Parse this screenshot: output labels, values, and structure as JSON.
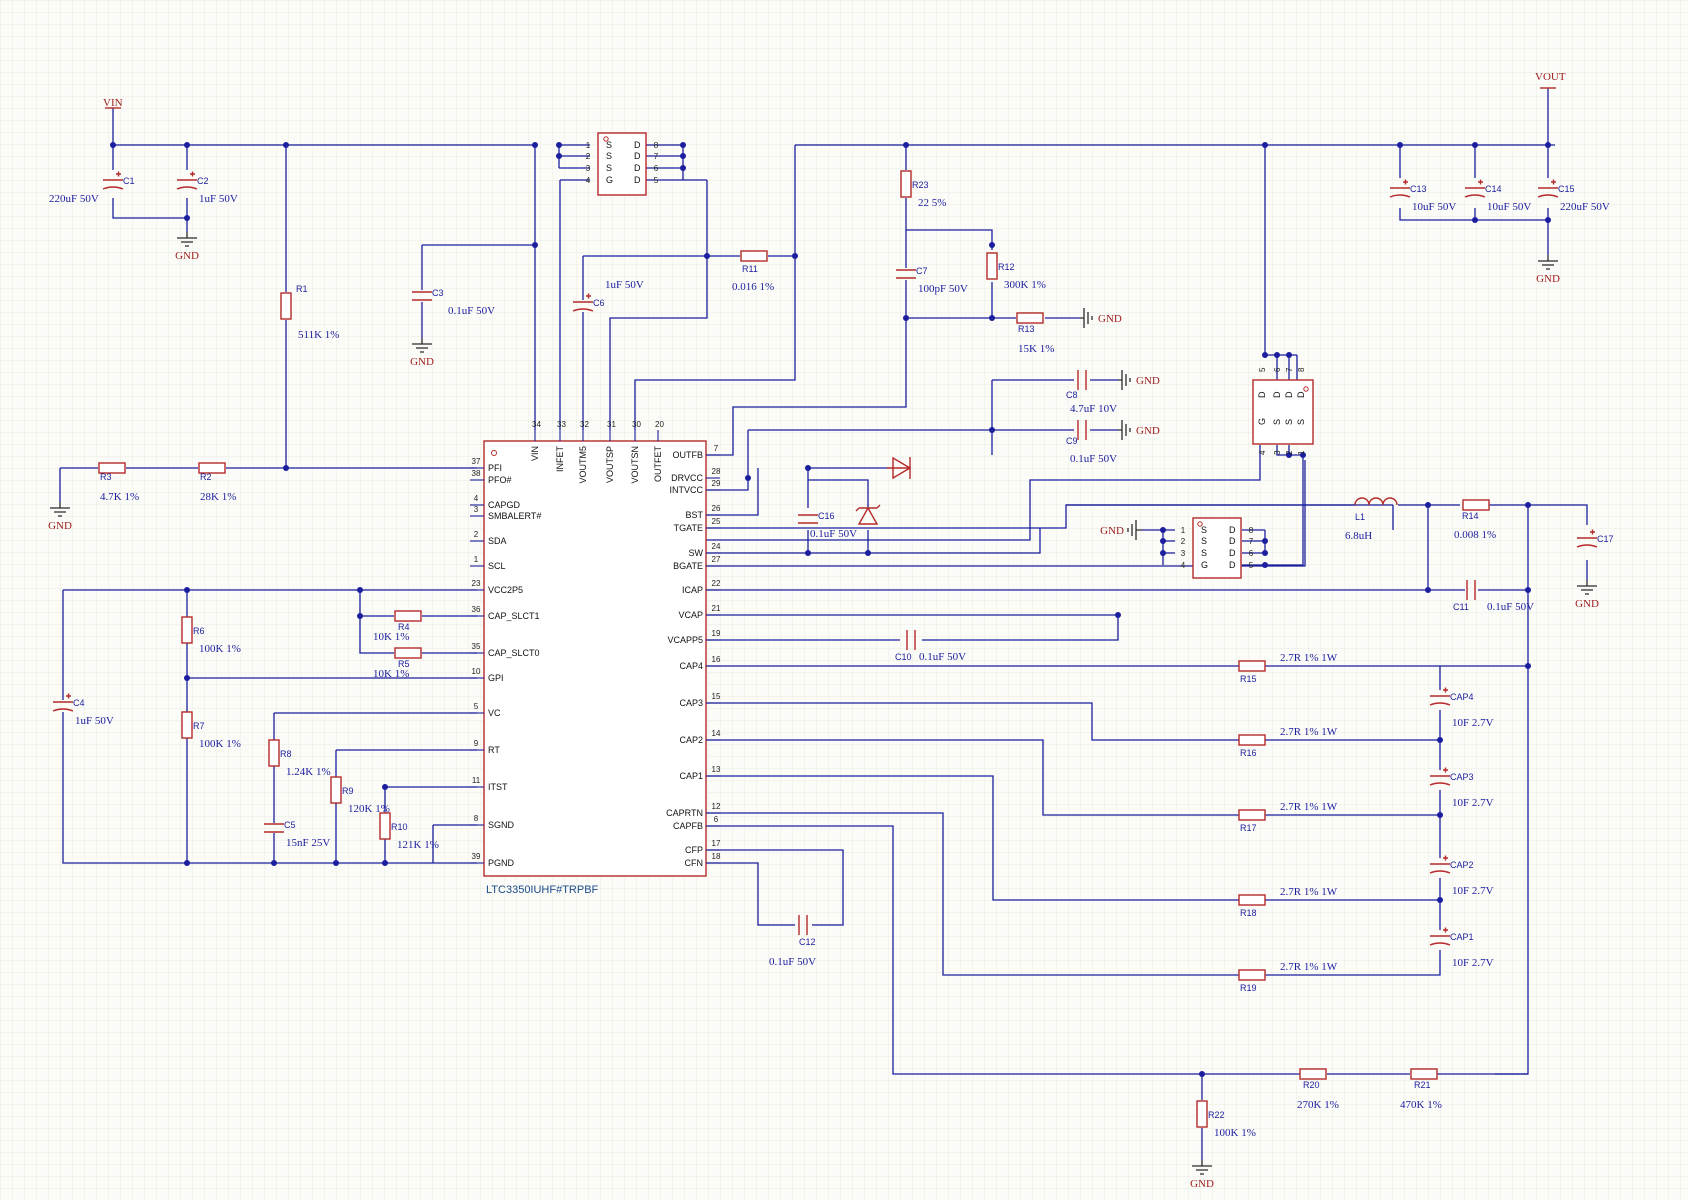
{
  "nets": {
    "vin": "VIN",
    "vout": "VOUT",
    "gnd": "GND"
  },
  "chip": {
    "ref": "LTC3350IUHF#TRPBF",
    "top_pins": [
      {
        "num": "34",
        "name": "VIN"
      },
      {
        "num": "33",
        "name": "INFET"
      },
      {
        "num": "32",
        "name": "VOUTM5"
      },
      {
        "num": "31",
        "name": "VOUTSP"
      },
      {
        "num": "30",
        "name": "VOUTSN"
      },
      {
        "num": "20",
        "name": "OUTFET"
      }
    ],
    "left_pins": [
      {
        "num": "37",
        "name": "PFI"
      },
      {
        "num": "38",
        "name": "PFO#"
      },
      {
        "num": "4",
        "name": "CAPGD"
      },
      {
        "num": "3",
        "name": "SMBALERT#"
      },
      {
        "num": "2",
        "name": "SDA"
      },
      {
        "num": "1",
        "name": "SCL"
      },
      {
        "num": "23",
        "name": "VCC2P5"
      },
      {
        "num": "36",
        "name": "CAP_SLCT1"
      },
      {
        "num": "35",
        "name": "CAP_SLCT0"
      },
      {
        "num": "10",
        "name": "GPI"
      },
      {
        "num": "5",
        "name": "VC"
      },
      {
        "num": "9",
        "name": "RT"
      },
      {
        "num": "11",
        "name": "ITST"
      },
      {
        "num": "8",
        "name": "SGND"
      },
      {
        "num": "39",
        "name": "PGND"
      }
    ],
    "right_pins": [
      {
        "num": "7",
        "name": "OUTFB"
      },
      {
        "num": "28",
        "name": "DRVCC"
      },
      {
        "num": "29",
        "name": "INTVCC"
      },
      {
        "num": "26",
        "name": "BST"
      },
      {
        "num": "25",
        "name": "TGATE"
      },
      {
        "num": "24",
        "name": "SW"
      },
      {
        "num": "27",
        "name": "BGATE"
      },
      {
        "num": "22",
        "name": "ICAP"
      },
      {
        "num": "21",
        "name": "VCAP"
      },
      {
        "num": "19",
        "name": "VCAPP5"
      },
      {
        "num": "16",
        "name": "CAP4"
      },
      {
        "num": "15",
        "name": "CAP3"
      },
      {
        "num": "14",
        "name": "CAP2"
      },
      {
        "num": "13",
        "name": "CAP1"
      },
      {
        "num": "12",
        "name": "CAPRTN"
      },
      {
        "num": "6",
        "name": "CAPFB"
      },
      {
        "num": "17",
        "name": "CFP"
      },
      {
        "num": "18",
        "name": "CFN"
      }
    ]
  },
  "mosfet_q1": {
    "left": [
      "1",
      "2",
      "3",
      "4"
    ],
    "left_names": [
      "S",
      "S",
      "S",
      "G"
    ],
    "right": [
      "8",
      "7",
      "6",
      "5"
    ],
    "right_names": [
      "D",
      "D",
      "D",
      "D"
    ]
  },
  "mosfet_q2": {
    "top": [
      "5",
      "6",
      "7",
      "8"
    ],
    "top_names": [
      "D",
      "D",
      "D",
      "D"
    ],
    "bottom": [
      "4",
      "3",
      "2",
      "1"
    ],
    "bottom_names": [
      "G",
      "S",
      "S",
      "S"
    ]
  },
  "mosfet_q3": {
    "left": [
      "1",
      "2",
      "3",
      "4"
    ],
    "left_names": [
      "S",
      "S",
      "S",
      "G"
    ],
    "right": [
      "8",
      "7",
      "6",
      "5"
    ],
    "right_names": [
      "D",
      "D",
      "D",
      "D"
    ]
  },
  "components": {
    "C1": {
      "ref": "C1",
      "value": "220uF 50V"
    },
    "C2": {
      "ref": "C2",
      "value": "1uF 50V"
    },
    "C3": {
      "ref": "C3",
      "value": "0.1uF 50V"
    },
    "C4": {
      "ref": "C4",
      "value": "1uF 50V"
    },
    "C5": {
      "ref": "C5",
      "value": "15nF 25V"
    },
    "C6": {
      "ref": "C6",
      "value": "1uF 50V"
    },
    "C7": {
      "ref": "C7",
      "value": "100pF 50V"
    },
    "C8": {
      "ref": "C8",
      "value": "4.7uF 10V"
    },
    "C9": {
      "ref": "C9",
      "value": "0.1uF 50V"
    },
    "C10": {
      "ref": "C10",
      "value": "0.1uF 50V"
    },
    "C11": {
      "ref": "C11",
      "value": "0.1uF 50V"
    },
    "C12": {
      "ref": "C12",
      "value": "0.1uF 50V"
    },
    "C13": {
      "ref": "C13",
      "value": "10uF 50V"
    },
    "C14": {
      "ref": "C14",
      "value": "10uF 50V"
    },
    "C15": {
      "ref": "C15",
      "value": "220uF 50V"
    },
    "C16": {
      "ref": "C16",
      "value": "0.1uF 50V"
    },
    "C17": {
      "ref": "C17",
      "value": ""
    },
    "R1": {
      "ref": "R1",
      "value": "511K 1%"
    },
    "R2": {
      "ref": "R2",
      "value": "28K 1%"
    },
    "R3": {
      "ref": "R3",
      "value": "4.7K 1%"
    },
    "R4": {
      "ref": "R4",
      "value": "10K 1%"
    },
    "R5": {
      "ref": "R5",
      "value": "10K 1%"
    },
    "R6": {
      "ref": "R6",
      "value": "100K 1%"
    },
    "R7": {
      "ref": "R7",
      "value": "100K 1%"
    },
    "R8": {
      "ref": "R8",
      "value": "1.24K 1%"
    },
    "R9": {
      "ref": "R9",
      "value": "120K 1%"
    },
    "R10": {
      "ref": "R10",
      "value": "121K 1%"
    },
    "R11": {
      "ref": "R11",
      "value": "0.016 1%"
    },
    "R12": {
      "ref": "R12",
      "value": "300K 1%"
    },
    "R13": {
      "ref": "R13",
      "value": "15K 1%"
    },
    "R14": {
      "ref": "R14",
      "value": "0.008 1%"
    },
    "R15": {
      "ref": "R15",
      "value": "2.7R 1% 1W"
    },
    "R16": {
      "ref": "R16",
      "value": "2.7R 1% 1W"
    },
    "R17": {
      "ref": "R17",
      "value": "2.7R 1% 1W"
    },
    "R18": {
      "ref": "R18",
      "value": "2.7R 1% 1W"
    },
    "R19": {
      "ref": "R19",
      "value": "2.7R 1% 1W"
    },
    "R20": {
      "ref": "R20",
      "value": "270K 1%"
    },
    "R21": {
      "ref": "R21",
      "value": "470K 1%"
    },
    "R22": {
      "ref": "R22",
      "value": "100K 1%"
    },
    "R23": {
      "ref": "R23",
      "value": "22 5%"
    },
    "L1": {
      "ref": "L1",
      "value": "6.8uH"
    },
    "CAP1": {
      "ref": "CAP1",
      "value": "10F 2.7V"
    },
    "CAP2": {
      "ref": "CAP2",
      "value": "10F 2.7V"
    },
    "CAP3": {
      "ref": "CAP3",
      "value": "10F 2.7V"
    },
    "CAP4": {
      "ref": "CAP4",
      "value": "10F 2.7V"
    }
  },
  "colors": {
    "wire": "#1b1e9e",
    "part": "#b42a2a",
    "grid": "#e6e6df",
    "background": "#fbfbf7"
  }
}
